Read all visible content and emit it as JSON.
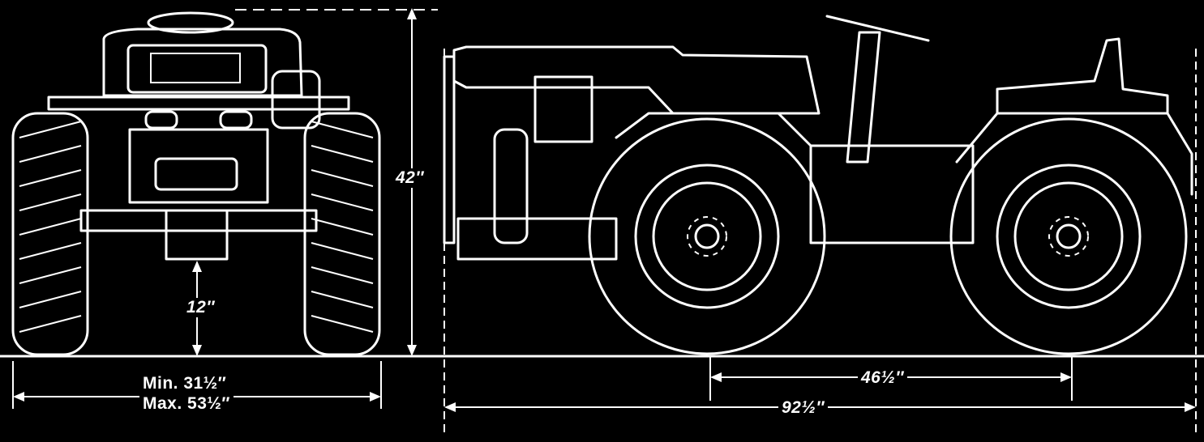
{
  "dimensions": {
    "height": "42″",
    "ground_clearance": "12″",
    "track_min": "Min. 31½″",
    "track_max": "Max. 53½″",
    "wheelbase": "46½″",
    "overall_length": "92½″"
  },
  "colors": {
    "background": "#000000",
    "line": "#ffffff"
  }
}
